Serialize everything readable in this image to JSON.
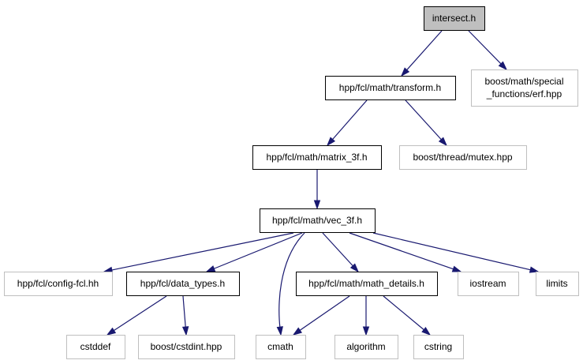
{
  "diagram": {
    "type": "include-dependency-graph",
    "colors": {
      "edge": "#191970",
      "current_file_fill": "#bfbfbf",
      "internal_border": "#000000",
      "external_border": "#bfbfbf"
    },
    "nodes": [
      {
        "id": "intersect",
        "lines": [
          "intersect.h"
        ],
        "kind": "current"
      },
      {
        "id": "transform",
        "lines": [
          "hpp/fcl/math/transform.h"
        ],
        "kind": "internal"
      },
      {
        "id": "erf",
        "lines": [
          "boost/math/special",
          "_functions/erf.hpp"
        ],
        "kind": "external"
      },
      {
        "id": "matrix3f",
        "lines": [
          "hpp/fcl/math/matrix_3f.h"
        ],
        "kind": "internal"
      },
      {
        "id": "mutex",
        "lines": [
          "boost/thread/mutex.hpp"
        ],
        "kind": "external"
      },
      {
        "id": "vec3f",
        "lines": [
          "hpp/fcl/math/vec_3f.h"
        ],
        "kind": "internal"
      },
      {
        "id": "configfcl",
        "lines": [
          "hpp/fcl/config-fcl.hh"
        ],
        "kind": "external"
      },
      {
        "id": "datatypes",
        "lines": [
          "hpp/fcl/data_types.h"
        ],
        "kind": "internal"
      },
      {
        "id": "mathdetails",
        "lines": [
          "hpp/fcl/math/math_details.h"
        ],
        "kind": "internal"
      },
      {
        "id": "iostream",
        "lines": [
          "iostream"
        ],
        "kind": "external"
      },
      {
        "id": "limits",
        "lines": [
          "limits"
        ],
        "kind": "external"
      },
      {
        "id": "cstddef",
        "lines": [
          "cstddef"
        ],
        "kind": "external"
      },
      {
        "id": "cstdint",
        "lines": [
          "boost/cstdint.hpp"
        ],
        "kind": "external"
      },
      {
        "id": "cmath",
        "lines": [
          "cmath"
        ],
        "kind": "external"
      },
      {
        "id": "algorithm",
        "lines": [
          "algorithm"
        ],
        "kind": "external"
      },
      {
        "id": "cstring",
        "lines": [
          "cstring"
        ],
        "kind": "external"
      }
    ],
    "edges": [
      {
        "from": "intersect",
        "to": "transform"
      },
      {
        "from": "intersect",
        "to": "erf"
      },
      {
        "from": "transform",
        "to": "matrix3f"
      },
      {
        "from": "transform",
        "to": "mutex"
      },
      {
        "from": "matrix3f",
        "to": "vec3f"
      },
      {
        "from": "vec3f",
        "to": "configfcl"
      },
      {
        "from": "vec3f",
        "to": "datatypes"
      },
      {
        "from": "vec3f",
        "to": "cmath"
      },
      {
        "from": "vec3f",
        "to": "mathdetails"
      },
      {
        "from": "vec3f",
        "to": "iostream"
      },
      {
        "from": "vec3f",
        "to": "limits"
      },
      {
        "from": "datatypes",
        "to": "cstddef"
      },
      {
        "from": "datatypes",
        "to": "cstdint"
      },
      {
        "from": "mathdetails",
        "to": "cmath"
      },
      {
        "from": "mathdetails",
        "to": "algorithm"
      },
      {
        "from": "mathdetails",
        "to": "cstring"
      }
    ]
  }
}
